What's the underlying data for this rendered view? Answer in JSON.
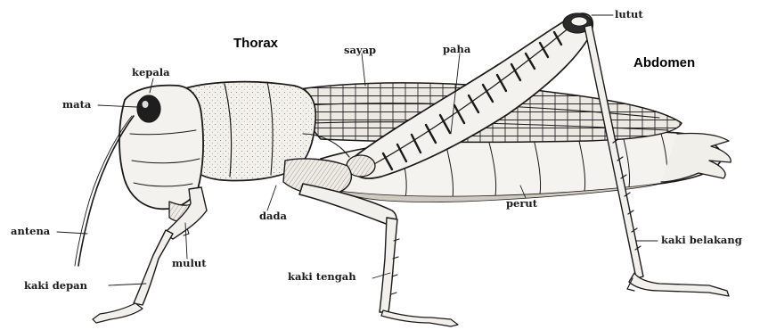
{
  "labels": {
    "thorax": "Thorax",
    "abdomen": "Abdomen",
    "kepala": "kepala",
    "mata": "mata",
    "antena": "antena",
    "kaki_depan": "kaki depan",
    "mulut": "mulut",
    "dada": "dada",
    "kaki_tengah": "kaki tengah",
    "sayap": "sayap",
    "paha": "paha",
    "lutut": "lutut",
    "perut": "perut",
    "kaki_belakang": "kaki belakang"
  },
  "colors": {
    "ink": "#1a1a1a",
    "body_fill": "#f4f2ee",
    "shade": "#c9c4ba",
    "wing_fill": "#e9e6e0"
  }
}
